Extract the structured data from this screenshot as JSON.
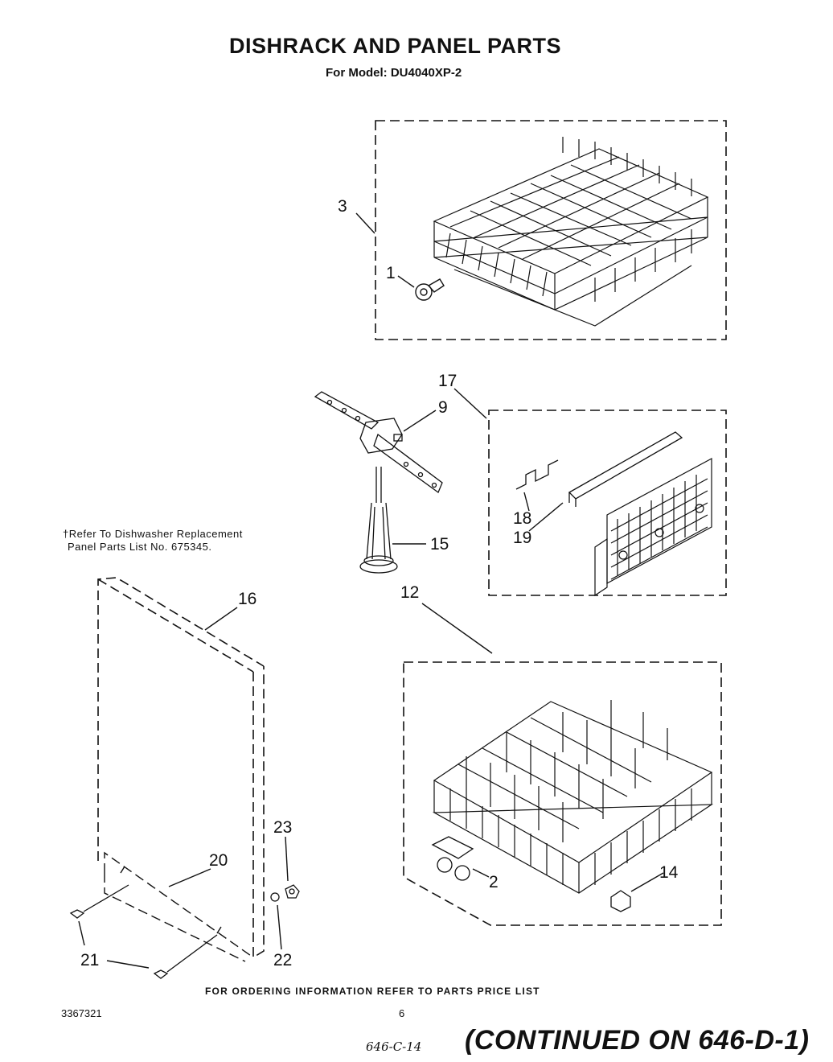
{
  "header": {
    "title": "DISHRACK AND PANEL PARTS",
    "subtitle": "For Model: DU4040XP-2"
  },
  "note": {
    "line1": "†Refer To Dishwasher Replacement",
    "line2": "Panel Parts List No. 675345."
  },
  "callouts": {
    "c1": "1",
    "c2": "2",
    "c3": "3",
    "c9": "9",
    "c12": "12",
    "c14": "14",
    "c15": "15",
    "c16": "16",
    "c17": "17",
    "c18": "18",
    "c19": "19",
    "c20": "20",
    "c21": "21",
    "c22": "22",
    "c23": "23"
  },
  "footer": {
    "ordering": "FOR ORDERING INFORMATION REFER TO PARTS PRICE LIST",
    "doc_number": "3367321",
    "page_number": "6",
    "handwritten_ref": "646-C-14",
    "continued": "(CONTINUED ON 646-D-1)"
  }
}
